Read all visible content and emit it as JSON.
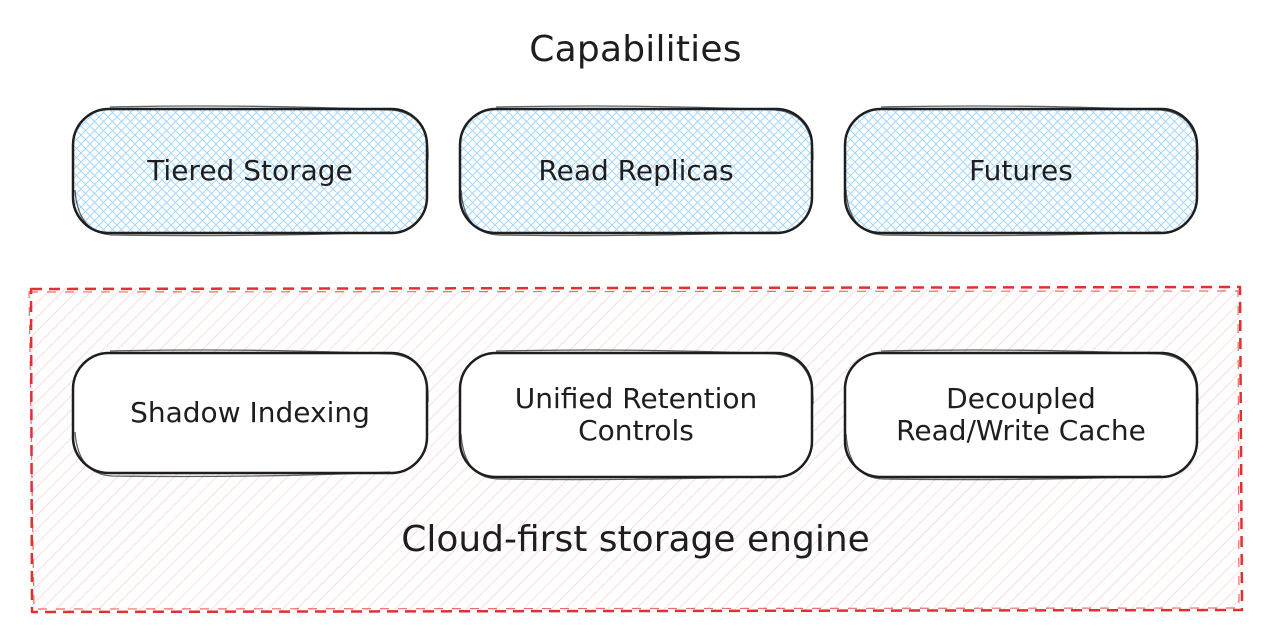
{
  "diagram": {
    "title": "Capabilities",
    "capabilities": [
      {
        "label": "Tiered Storage"
      },
      {
        "label": "Read Replicas"
      },
      {
        "label": "Futures"
      }
    ],
    "engine": {
      "title": "Cloud-first storage engine",
      "components": [
        {
          "label": "Shadow Indexing"
        },
        {
          "label": "Unified Retention\nControls"
        },
        {
          "label": "Decoupled\nRead/Write Cache"
        }
      ]
    },
    "colors": {
      "stroke": "#1e1e1e",
      "capability_fill": "#a5d8ff",
      "engine_border": "#e03131",
      "engine_fill": "#ffc9c9"
    }
  }
}
